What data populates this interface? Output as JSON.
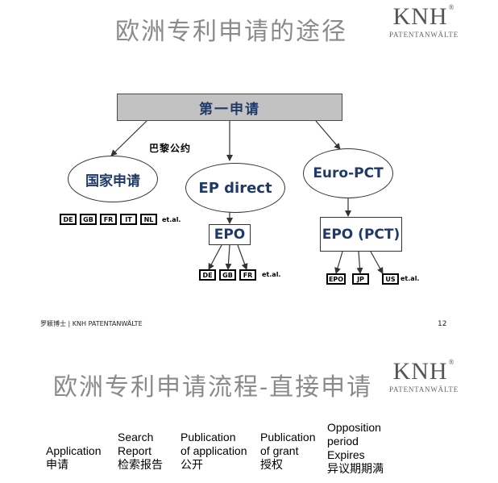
{
  "slide1": {
    "title": "欧洲专利申请的途径",
    "logo": {
      "main": "KNH",
      "reg": "®",
      "sub": "PATENTANWÄLTE"
    },
    "first_filing": "第一申请",
    "paris_convention": "巴黎公约",
    "routes": {
      "national": "国家申请",
      "ep_direct": "EP direct",
      "euro_pct": "Euro-PCT"
    },
    "epo": "EPO",
    "epo_pct": "EPO (PCT)",
    "national_countries": [
      "DE",
      "GB",
      "FR",
      "IT",
      "NL"
    ],
    "epo_countries": [
      "DE",
      "GB",
      "FR"
    ],
    "pct_countries": [
      "EPO",
      "JP",
      "US"
    ],
    "etal": "et.al.",
    "footer": "罗颖博士 | KNH PATENTANWÄLTE",
    "page_number": "12"
  },
  "slide2": {
    "title": "欧洲专利申请流程-直接申请",
    "logo": {
      "main": "KNH",
      "reg": "®",
      "sub": "PATENTANWÄLTE"
    },
    "steps": [
      {
        "lines": [
          "Application",
          "申请"
        ]
      },
      {
        "lines": [
          "Search",
          "Report",
          "检索报告"
        ]
      },
      {
        "lines": [
          "Publication",
          "of application",
          "公开"
        ]
      },
      {
        "lines": [
          "Publication",
          "of grant",
          "授权"
        ]
      },
      {
        "lines": [
          "Opposition",
          "period",
          "Expires",
          "异议期期满"
        ]
      }
    ]
  }
}
